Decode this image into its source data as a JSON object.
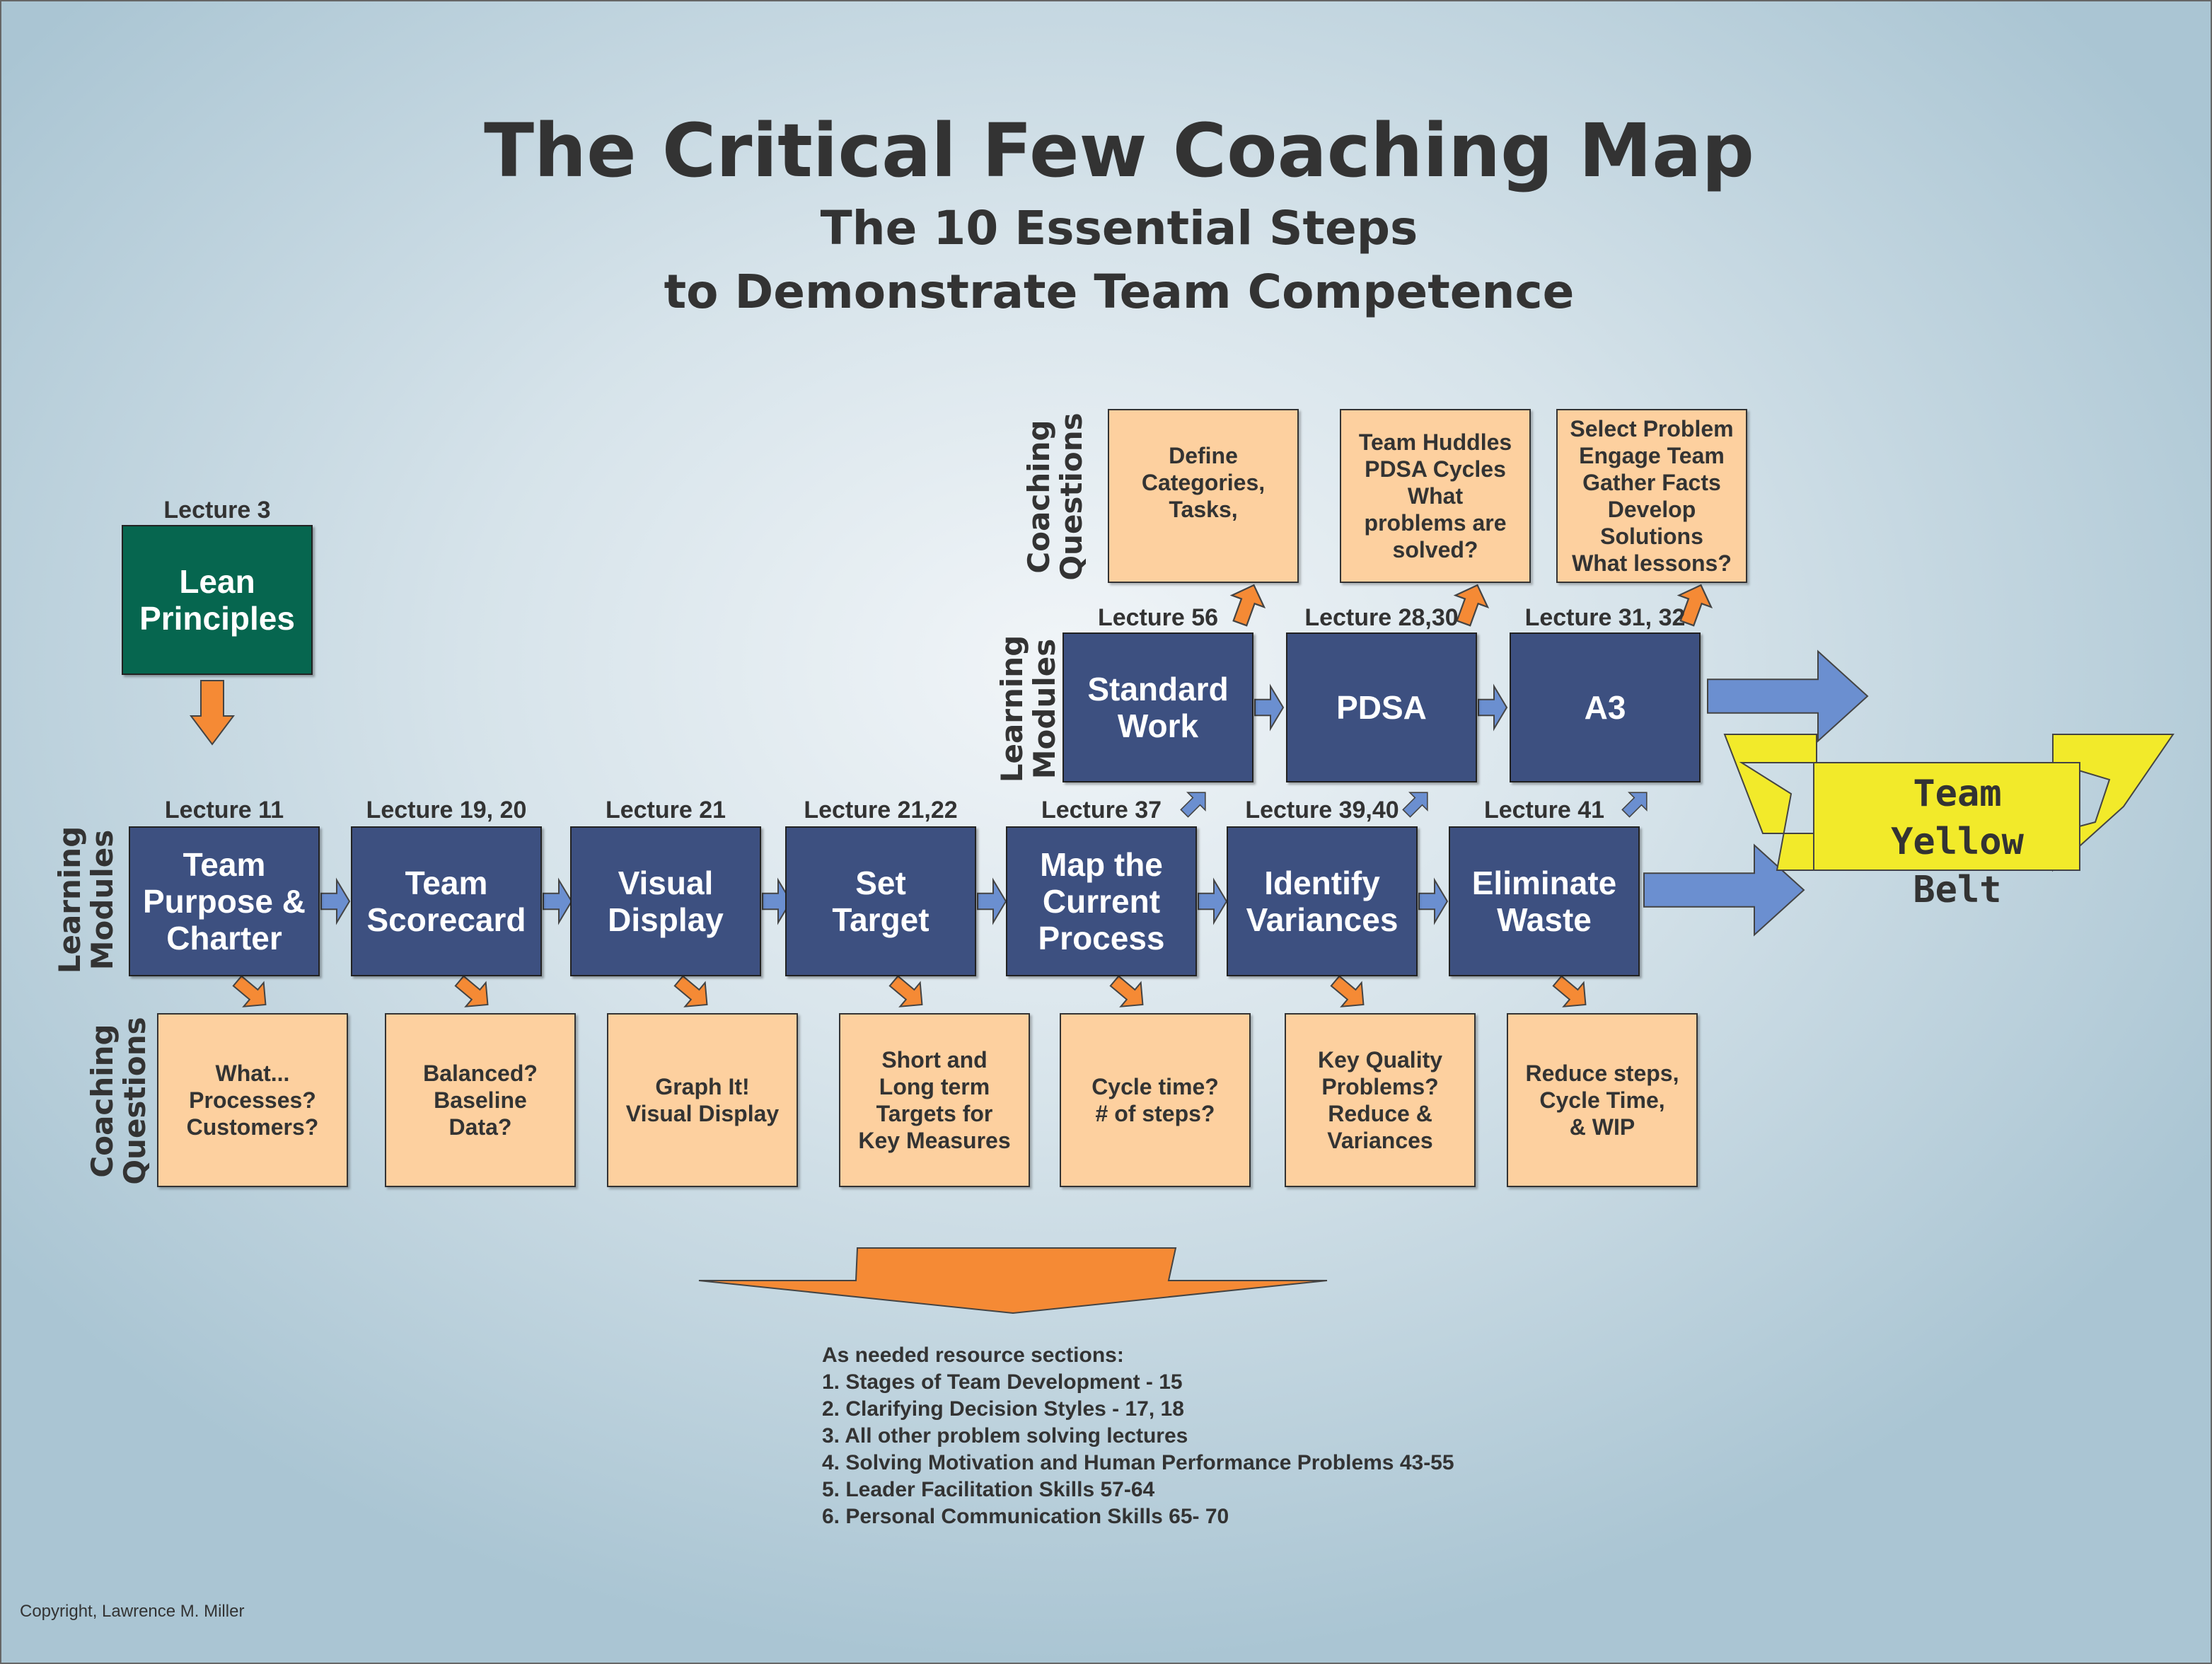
{
  "title": "The Critical Few Coaching Map",
  "subtitle_1": "The 10 Essential Steps",
  "subtitle_2": "to Demonstrate Team Competence",
  "labels": {
    "learning_modules": "Learning\nModules",
    "coaching_questions": "Coaching\nQuestions"
  },
  "lean": {
    "lecture": "Lecture 3",
    "title": "Lean\nPrinciples"
  },
  "bottom_steps": [
    {
      "lecture": "Lecture 11",
      "title": "Team\nPurpose &\nCharter",
      "coaching": "What...\nProcesses?\nCustomers?"
    },
    {
      "lecture": "Lecture 19, 20",
      "title": "Team\nScorecard",
      "coaching": "Balanced?\nBaseline\nData?"
    },
    {
      "lecture": "Lecture 21",
      "title": "Visual\nDisplay",
      "coaching": "Graph It!\nVisual Display"
    },
    {
      "lecture": "Lecture 21,22",
      "title": "Set\nTarget",
      "coaching": "Short and\nLong term\nTargets for\nKey Measures"
    },
    {
      "lecture": "Lecture 37",
      "title": "Map the\nCurrent\nProcess",
      "coaching": "Cycle time?\n# of steps?"
    },
    {
      "lecture": "Lecture 39,40",
      "title": "Identify\nVariances",
      "coaching": "Key Quality\nProblems?\nReduce &\nVariances"
    },
    {
      "lecture": "Lecture 41",
      "title": "Eliminate\nWaste",
      "coaching": "Reduce steps,\nCycle Time,\n& WIP"
    }
  ],
  "top_steps": [
    {
      "lecture": "Lecture 56",
      "title": "Standard\nWork",
      "coaching": "Define\nCategories,\nTasks,\n\n"
    },
    {
      "lecture": "Lecture 28,30",
      "title": "PDSA",
      "coaching": "Team Huddles\nPDSA Cycles\nWhat\nproblems are\nsolved?"
    },
    {
      "lecture": "Lecture 31, 32",
      "title": "A3",
      "coaching": "Select Problem\nEngage Team\nGather Facts\nDevelop\nSolutions\nWhat lessons?"
    }
  ],
  "goal": "Team\nYellow Belt",
  "resources": {
    "heading": "As needed resource sections:",
    "items": [
      "1. Stages of Team Development - 15",
      "2. Clarifying Decision Styles - 17, 18",
      "3. All other problem solving lectures",
      "4. Solving Motivation and Human Performance Problems 43-55",
      "5. Leader Facilitation Skills 57-64",
      "6. Personal Communication Skills 65- 70"
    ]
  },
  "copyright": "Copyright, Lawrence M. Miller",
  "colors": {
    "module": "#3d5080",
    "coaching": "#fdd09f",
    "lean": "#06664f",
    "arrow_blue": "#6b8fd0",
    "arrow_orange": "#f58a35",
    "belt": "#f2ea2a"
  }
}
